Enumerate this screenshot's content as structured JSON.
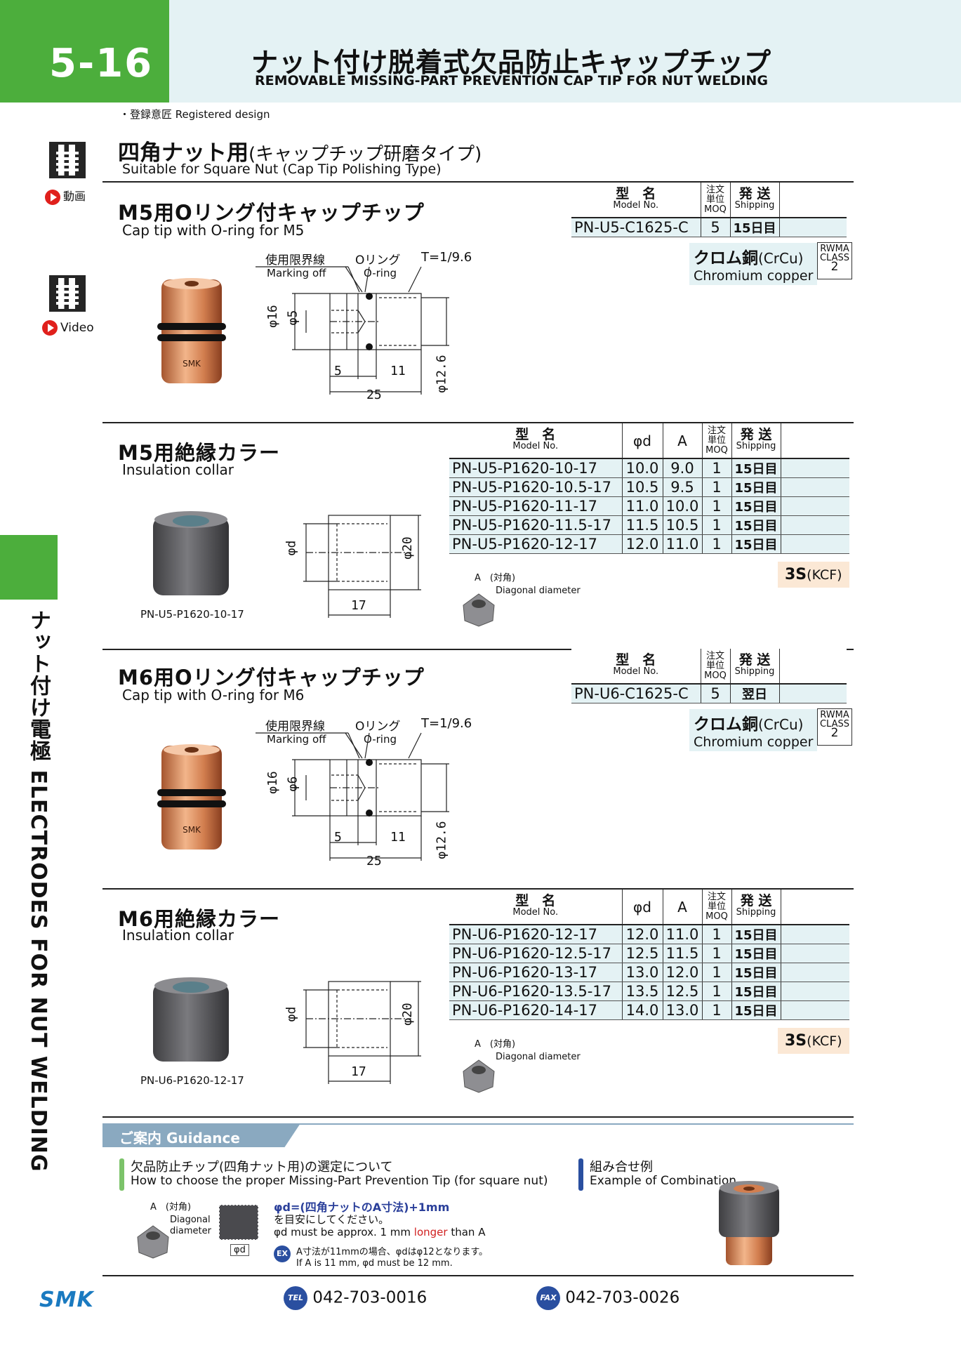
{
  "header": {
    "page_num": "5-16",
    "title_jp": "ナット付け脱着式欠品防止キャップチップ",
    "title_en": "REMOVABLE MISSING-PART PREVENTION CAP TIP FOR NUT WELDING"
  },
  "registered": "・登録意匠 Registered design",
  "side": {
    "label": "ナット付け電極 ELECTRODES FOR NUT WELDING"
  },
  "qr": {
    "label1": "動画",
    "label2": "Video"
  },
  "section": {
    "title_jp": "四角ナット用",
    "title_jp_sub": "(キャップチップ研磨タイプ)",
    "title_en": "Suitable for Square Nut (Cap Tip Polishing Type)"
  },
  "cols": {
    "model_jp": "型　名",
    "model_en": "Model No.",
    "moq_jp1": "注文",
    "moq_jp2": "単位",
    "moq_en": "MOQ",
    "ship_jp": "発 送",
    "ship_en": "Shipping",
    "phid": "φd",
    "a": "A"
  },
  "m5cap": {
    "title_jp": "M5用Oリング付キャップチップ",
    "title_en": "Cap tip with O-ring for M5",
    "model": "PN-U5-C1625-C",
    "moq": "5",
    "ship": "15日目",
    "mat_jp": "クロム銅",
    "mat_sym": "(CrCu)",
    "mat_en": "Chromium copper",
    "rwma1": "RWMA",
    "rwma2": "CLASS",
    "rwma3": "2",
    "d_mark_jp": "使用限界線",
    "d_mark_en": "Marking off",
    "d_oring_jp": "Oリング",
    "d_oring_en": "O-ring",
    "d_taper": "T=1/9.6",
    "d16": "φ16",
    "d5": "φ5",
    "d126": "φ12.6",
    "l5": "5",
    "l11": "11",
    "l25": "25",
    "brand": "SMK"
  },
  "m5col": {
    "title_jp": "M5用絶縁カラー",
    "title_en": "Insulation collar",
    "caption": "PN-U5-P1620-10-17",
    "phid": "φd",
    "d20": "φ20",
    "l17": "17",
    "diag_a": "A",
    "diag_jp": "(対角)",
    "diag_en": "Diagonal diameter",
    "mat": "3S",
    "mat_sub": "(KCF)",
    "rows": [
      [
        "PN-U5-P1620-10-17",
        "10.0",
        "9.0",
        "1",
        "15日目"
      ],
      [
        "PN-U5-P1620-10.5-17",
        "10.5",
        "9.5",
        "1",
        "15日目"
      ],
      [
        "PN-U5-P1620-11-17",
        "11.0",
        "10.0",
        "1",
        "15日目"
      ],
      [
        "PN-U5-P1620-11.5-17",
        "11.5",
        "10.5",
        "1",
        "15日目"
      ],
      [
        "PN-U5-P1620-12-17",
        "12.0",
        "11.0",
        "1",
        "15日目"
      ]
    ]
  },
  "m6cap": {
    "title_jp": "M6用Oリング付キャップチップ",
    "title_en": "Cap tip with O-ring for M6",
    "model": "PN-U6-C1625-C",
    "moq": "5",
    "ship": "翌日",
    "mat_jp": "クロム銅",
    "mat_sym": "(CrCu)",
    "mat_en": "Chromium copper",
    "rwma1": "RWMA",
    "rwma2": "CLASS",
    "rwma3": "2",
    "d_mark_jp": "使用限界線",
    "d_mark_en": "Marking off",
    "d_oring_jp": "Oリング",
    "d_oring_en": "O-ring",
    "d_taper": "T=1/9.6",
    "d16": "φ16",
    "d6": "φ6",
    "d126": "φ12.6",
    "l5": "5",
    "l11": "11",
    "l25": "25",
    "brand": "SMK"
  },
  "m6col": {
    "title_jp": "M6用絶縁カラー",
    "title_en": "Insulation collar",
    "caption": "PN-U6-P1620-12-17",
    "phid": "φd",
    "d20": "φ20",
    "l17": "17",
    "diag_a": "A",
    "diag_jp": "(対角)",
    "diag_en": "Diagonal diameter",
    "mat": "3S",
    "mat_sub": "(KCF)",
    "rows": [
      [
        "PN-U6-P1620-12-17",
        "12.0",
        "11.0",
        "1",
        "15日目"
      ],
      [
        "PN-U6-P1620-12.5-17",
        "12.5",
        "11.5",
        "1",
        "15日目"
      ],
      [
        "PN-U6-P1620-13-17",
        "13.0",
        "12.0",
        "1",
        "15日目"
      ],
      [
        "PN-U6-P1620-13.5-17",
        "13.5",
        "12.5",
        "1",
        "15日目"
      ],
      [
        "PN-U6-P1620-14-17",
        "14.0",
        "13.0",
        "1",
        "15日目"
      ]
    ]
  },
  "guidance": {
    "title": "ご案内 Guidance",
    "h1_jp": "欠品防止チップ(四角ナット用)の選定について",
    "h1_en": "How to choose the proper Missing-Part Prevention Tip (for square nut)",
    "a": "A",
    "a_jp": "(対角)",
    "a_en1": "Diagonal",
    "a_en2": "diameter",
    "phid": "φd",
    "rule_jp": "φd=(四角ナットのA寸法)+1mm",
    "rule_jp2": "を目安にしてください。",
    "rule_en_a": "φd must be approx. 1 mm ",
    "rule_en_b": "longer",
    "rule_en_c": " than A",
    "ex": "EX",
    "ex_jp": "A寸法が11mmの場合、φdはφ12となります。",
    "ex_en": "If A is 11 mm, φd must be 12 mm.",
    "h2_jp": "組み合せ例",
    "h2_en": "Example of Combination"
  },
  "footer": {
    "logo": "SMK",
    "tel_label": "TEL",
    "tel": "042-703-0016",
    "fax_label": "FAX",
    "fax": "042-703-0026"
  }
}
